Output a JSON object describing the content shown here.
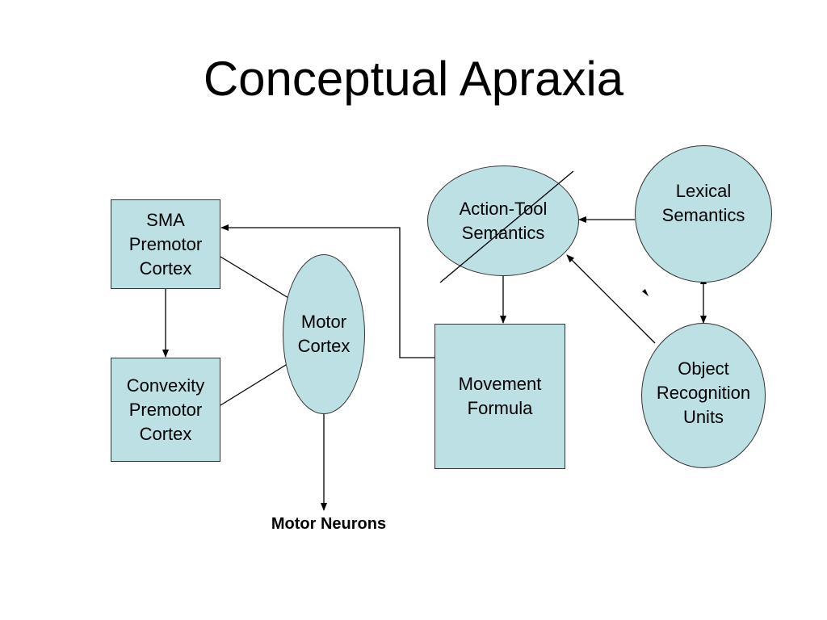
{
  "title": "Conceptual Apraxia",
  "nodes": {
    "sma": {
      "lines": [
        "SMA",
        "Premotor",
        "Cortex"
      ]
    },
    "convexity": {
      "lines": [
        "Convexity",
        "Premotor",
        "Cortex"
      ]
    },
    "motor_cortex": {
      "lines": [
        "Motor",
        "Cortex"
      ]
    },
    "action_tool": {
      "lines": [
        "Action-Tool",
        "Semantics"
      ]
    },
    "lexical": {
      "lines": [
        "Lexical",
        "Semantics"
      ]
    },
    "movement_formula": {
      "lines": [
        "Movement",
        "Formula"
      ]
    },
    "object_recognition": {
      "lines": [
        "Object",
        "Recognition",
        "Units"
      ]
    }
  },
  "motor_neurons_label": "Motor Neurons",
  "colors": {
    "node_fill": "#bde0e4",
    "node_border": "#333333",
    "line": "#000000"
  }
}
